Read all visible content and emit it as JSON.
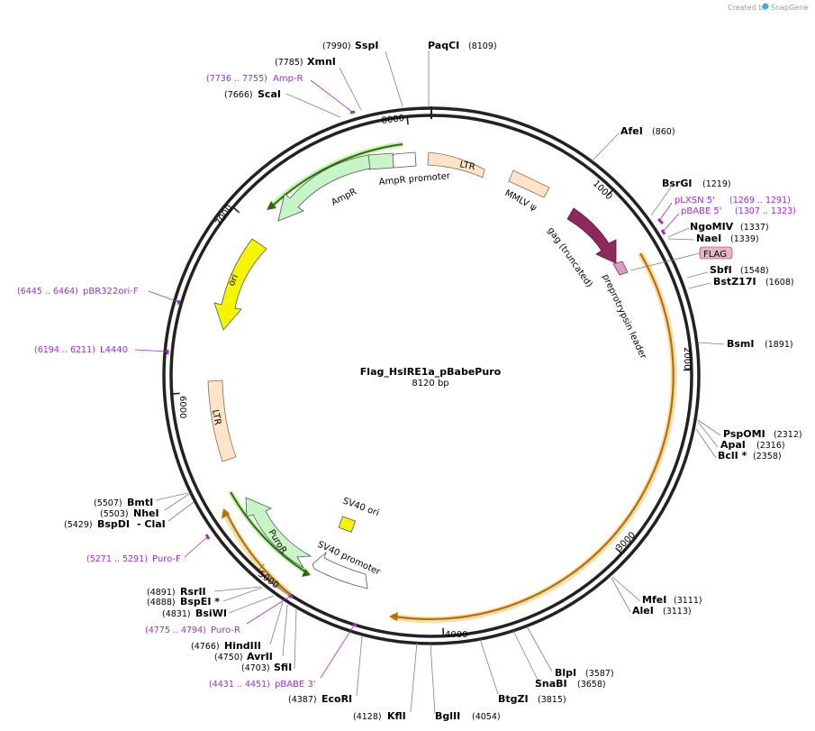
{
  "credit": {
    "text": "Created by",
    "brand": "SnapGene"
  },
  "plasmid": {
    "name": "Flag_HsIRE1a_pBabePuro",
    "length": "8120 bp"
  },
  "ticks": [
    "1000",
    "2000",
    "3000",
    "4000",
    "5000",
    "6000",
    "7000",
    "8000"
  ],
  "features": {
    "ltr_top": "LTR",
    "mmlv": "MMLV ψ",
    "gag": "gag (truncated)",
    "preprotrypsin": "preprotrypsin leader",
    "flag": "FLAG",
    "ampr_promoter": "AmpR promoter",
    "ampr": "AmpR",
    "ori": "ori",
    "ltr_left": "LTR",
    "puror": "PuroR",
    "sv40_ori": "SV40 ori",
    "sv40_promoter": "SV40 promoter"
  },
  "sites": {
    "sspi": {
      "name": "SspI",
      "pos": "(7990)"
    },
    "paqci": {
      "name": "PaqCI",
      "pos": "(8109)"
    },
    "xmni": {
      "name": "XmnI",
      "pos": "(7785)"
    },
    "scai": {
      "name": "ScaI",
      "pos": "(7666)"
    },
    "afei": {
      "name": "AfeI",
      "pos": "(860)"
    },
    "bsrgi": {
      "name": "BsrGI",
      "pos": "(1219)"
    },
    "ngomiv": {
      "name": "NgoMIV",
      "pos": "(1337)"
    },
    "naei": {
      "name": "NaeI",
      "pos": "(1339)"
    },
    "sbfi": {
      "name": "SbfI",
      "pos": "(1548)"
    },
    "bstz17i": {
      "name": "BstZ17I",
      "pos": "(1608)"
    },
    "bsmi": {
      "name": "BsmI",
      "pos": "(1891)"
    },
    "pspomi": {
      "name": "PspOMI",
      "pos": "(2312)"
    },
    "apai": {
      "name": "ApaI",
      "pos": "(2316)"
    },
    "bcli": {
      "name": "BclI *",
      "pos": "(2358)"
    },
    "mfei": {
      "name": "MfeI",
      "pos": "(3111)"
    },
    "alei": {
      "name": "AleI",
      "pos": "(3113)"
    },
    "blpi": {
      "name": "BlpI",
      "pos": "(3587)"
    },
    "snabi": {
      "name": "SnaBI",
      "pos": "(3658)"
    },
    "btgzi": {
      "name": "BtgZI",
      "pos": "(3815)"
    },
    "bglii": {
      "name": "BglII",
      "pos": "(4054)"
    },
    "kfli": {
      "name": "KflI",
      "pos": "(4128)"
    },
    "ecori": {
      "name": "EcoRI",
      "pos": "(4387)"
    },
    "sfii": {
      "name": "SfiI",
      "pos": "(4703)"
    },
    "avrii": {
      "name": "AvrII",
      "pos": "(4750)"
    },
    "hindiii": {
      "name": "HindIII",
      "pos": "(4766)"
    },
    "bsiwi": {
      "name": "BsiWI",
      "pos": "(4831)"
    },
    "bspei": {
      "name": "BspEI *",
      "pos": "(4888)"
    },
    "rsrii": {
      "name": "RsrII",
      "pos": "(4891)"
    },
    "bspdi": {
      "name": "BspDI",
      "pos": "(5429)",
      "alt": "- ClaI"
    },
    "nhei": {
      "name": "NheI",
      "pos": "(5503)"
    },
    "bmti": {
      "name": "BmtI",
      "pos": "(5507)"
    }
  },
  "primers": {
    "ampr": {
      "name": "Amp-R",
      "range": "(7736 .. 7755)"
    },
    "plxsn": {
      "name": "pLXSN 5'",
      "range": "(1269 .. 1291)"
    },
    "pbabe5": {
      "name": "pBABE 5'",
      "range": "(1307 .. 1323)"
    },
    "pbr322": {
      "name": "pBR322ori-F",
      "range": "(6445 .. 6464)"
    },
    "l4440": {
      "name": "L4440",
      "range": "(6194 .. 6211)"
    },
    "purof": {
      "name": "Puro-F",
      "range": "(5271 .. 5291)"
    },
    "puror": {
      "name": "Puro-R",
      "range": "(4775 .. 4794)"
    },
    "pbabe3": {
      "name": "pBABE 3'",
      "range": "(4431 .. 4451)"
    }
  },
  "colors": {
    "ltr": "#fde3c8",
    "mmlv": "#fde3c8",
    "gag": "#8e2a5a",
    "flag": "#e8b4c8",
    "ampr": "#c6f5c6",
    "ori": "#f5f500",
    "orange_orf": "#e0a030",
    "green_orf": "#3a7a10",
    "primer": "#9a2fc9"
  }
}
